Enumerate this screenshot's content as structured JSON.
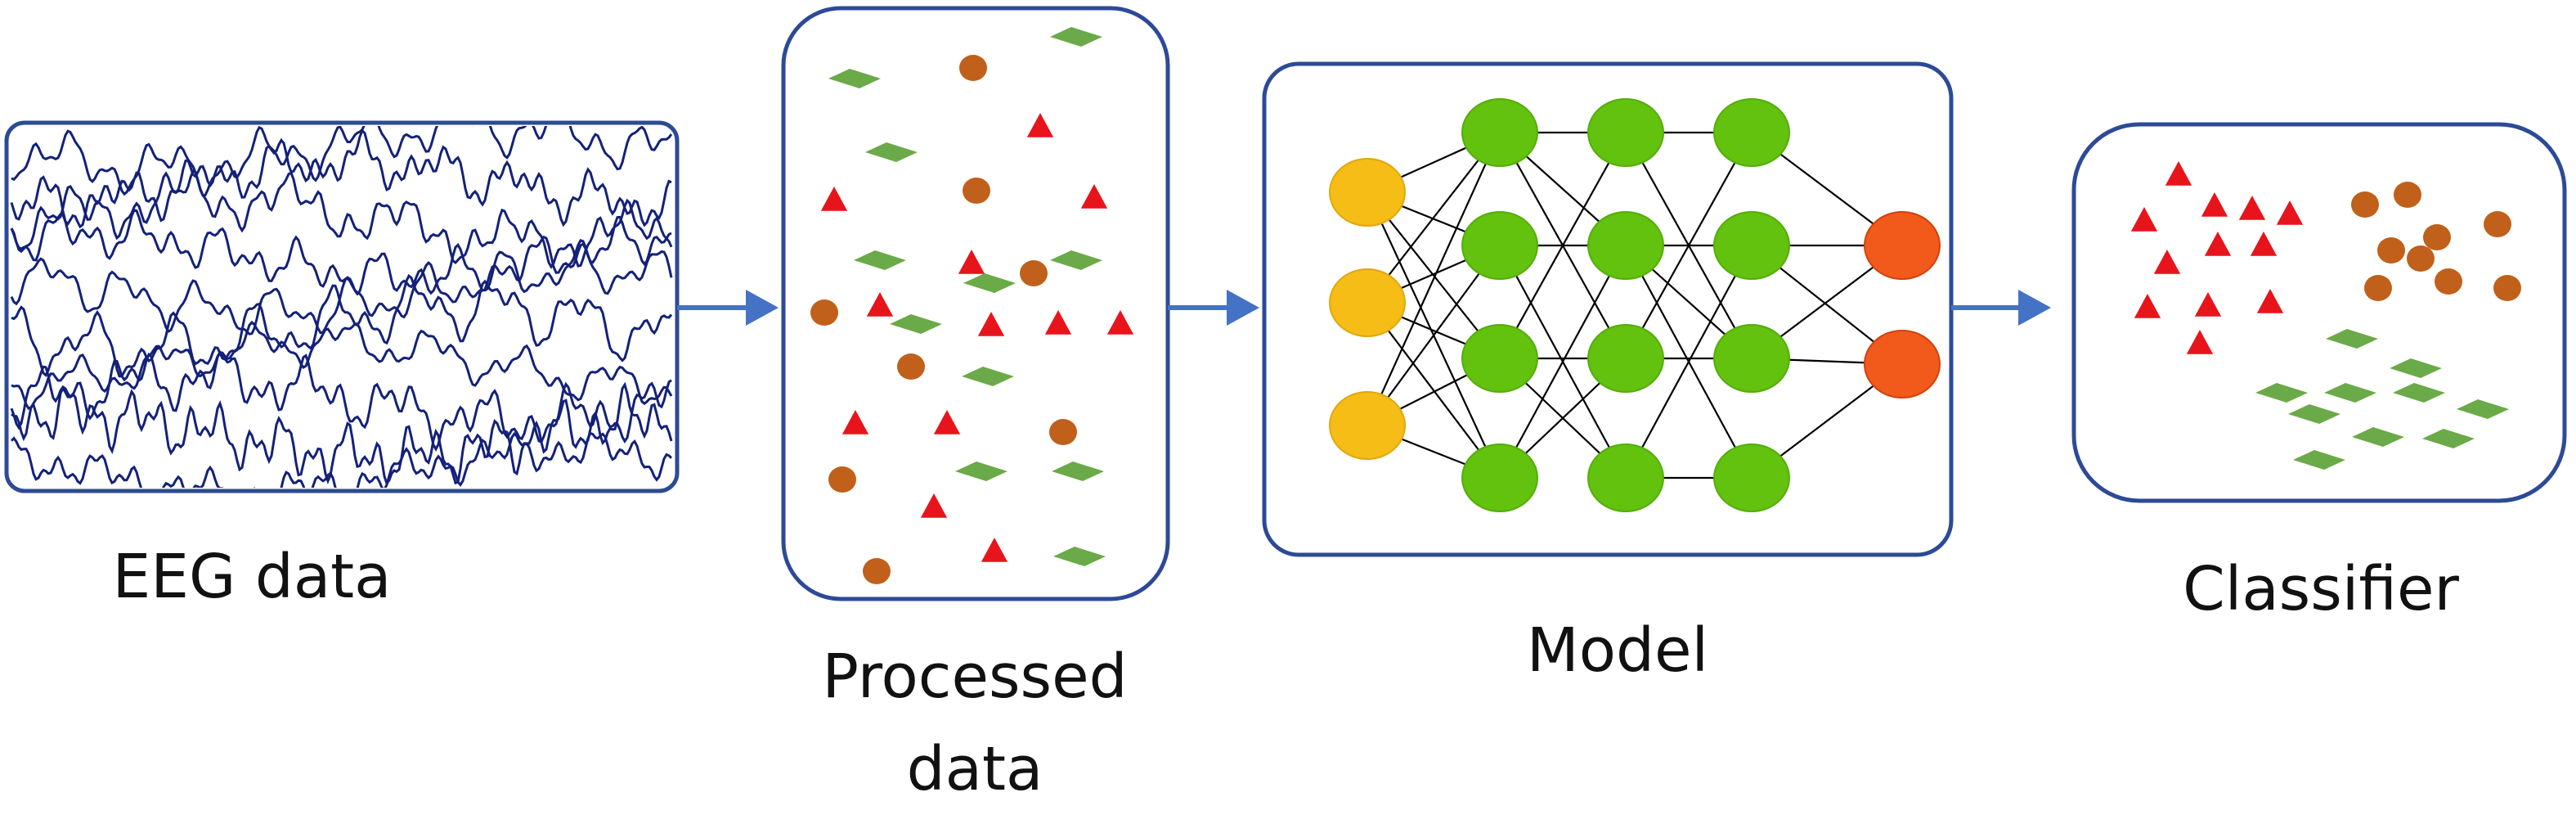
{
  "stages": [
    {
      "id": "eeg",
      "label_lines": [
        "EEG data"
      ]
    },
    {
      "id": "processed",
      "label_lines": [
        "Processed",
        "data"
      ]
    },
    {
      "id": "model",
      "label_lines": [
        "Model"
      ]
    },
    {
      "id": "classifier",
      "label_lines": [
        "Classifier"
      ]
    }
  ],
  "colors": {
    "frame": "#2c4a96",
    "arrow": "#4472c4",
    "eeg_trace": "#14217a",
    "triangle": "#e8141c",
    "circle": "#c0601a",
    "diamond": "#6aaa48",
    "input_node": "#f6bd16",
    "hidden_node": "#62c20e",
    "output_node": "#f15a1a",
    "edge": "#000000"
  },
  "model": {
    "layers": [
      3,
      4,
      4,
      4,
      2
    ]
  },
  "icons": [
    "triangle-marker-icon",
    "circle-marker-icon",
    "diamond-marker-icon",
    "arrow-right-icon"
  ]
}
